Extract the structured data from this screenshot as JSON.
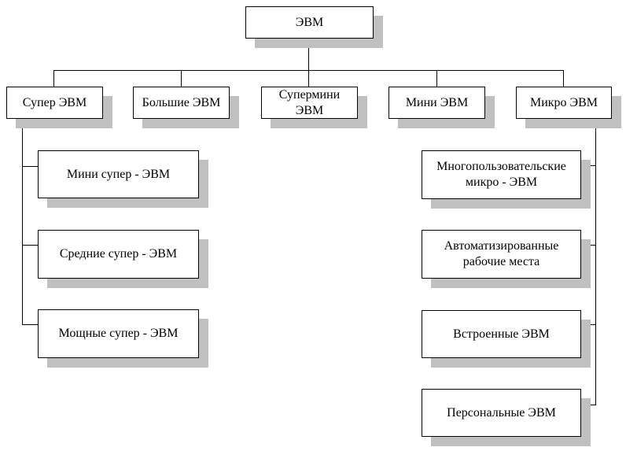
{
  "root": {
    "label": "ЭВМ"
  },
  "categories": [
    {
      "id": "super",
      "label": "Супер ЭВМ"
    },
    {
      "id": "large",
      "label": "Большие ЭВМ"
    },
    {
      "id": "supermini",
      "label": "Супермини ЭВМ"
    },
    {
      "id": "mini",
      "label": "Мини ЭВМ"
    },
    {
      "id": "micro",
      "label": "Микро ЭВМ"
    }
  ],
  "super_children": [
    {
      "label": "Мини супер - ЭВМ"
    },
    {
      "label": "Средние супер - ЭВМ"
    },
    {
      "label": "Мощные супер - ЭВМ"
    }
  ],
  "micro_children": [
    {
      "label": "Многопользовательские микро - ЭВМ"
    },
    {
      "label": "Автоматизированные рабочие места"
    },
    {
      "label": "Встроенные ЭВМ"
    },
    {
      "label": "Персональные ЭВМ"
    }
  ]
}
